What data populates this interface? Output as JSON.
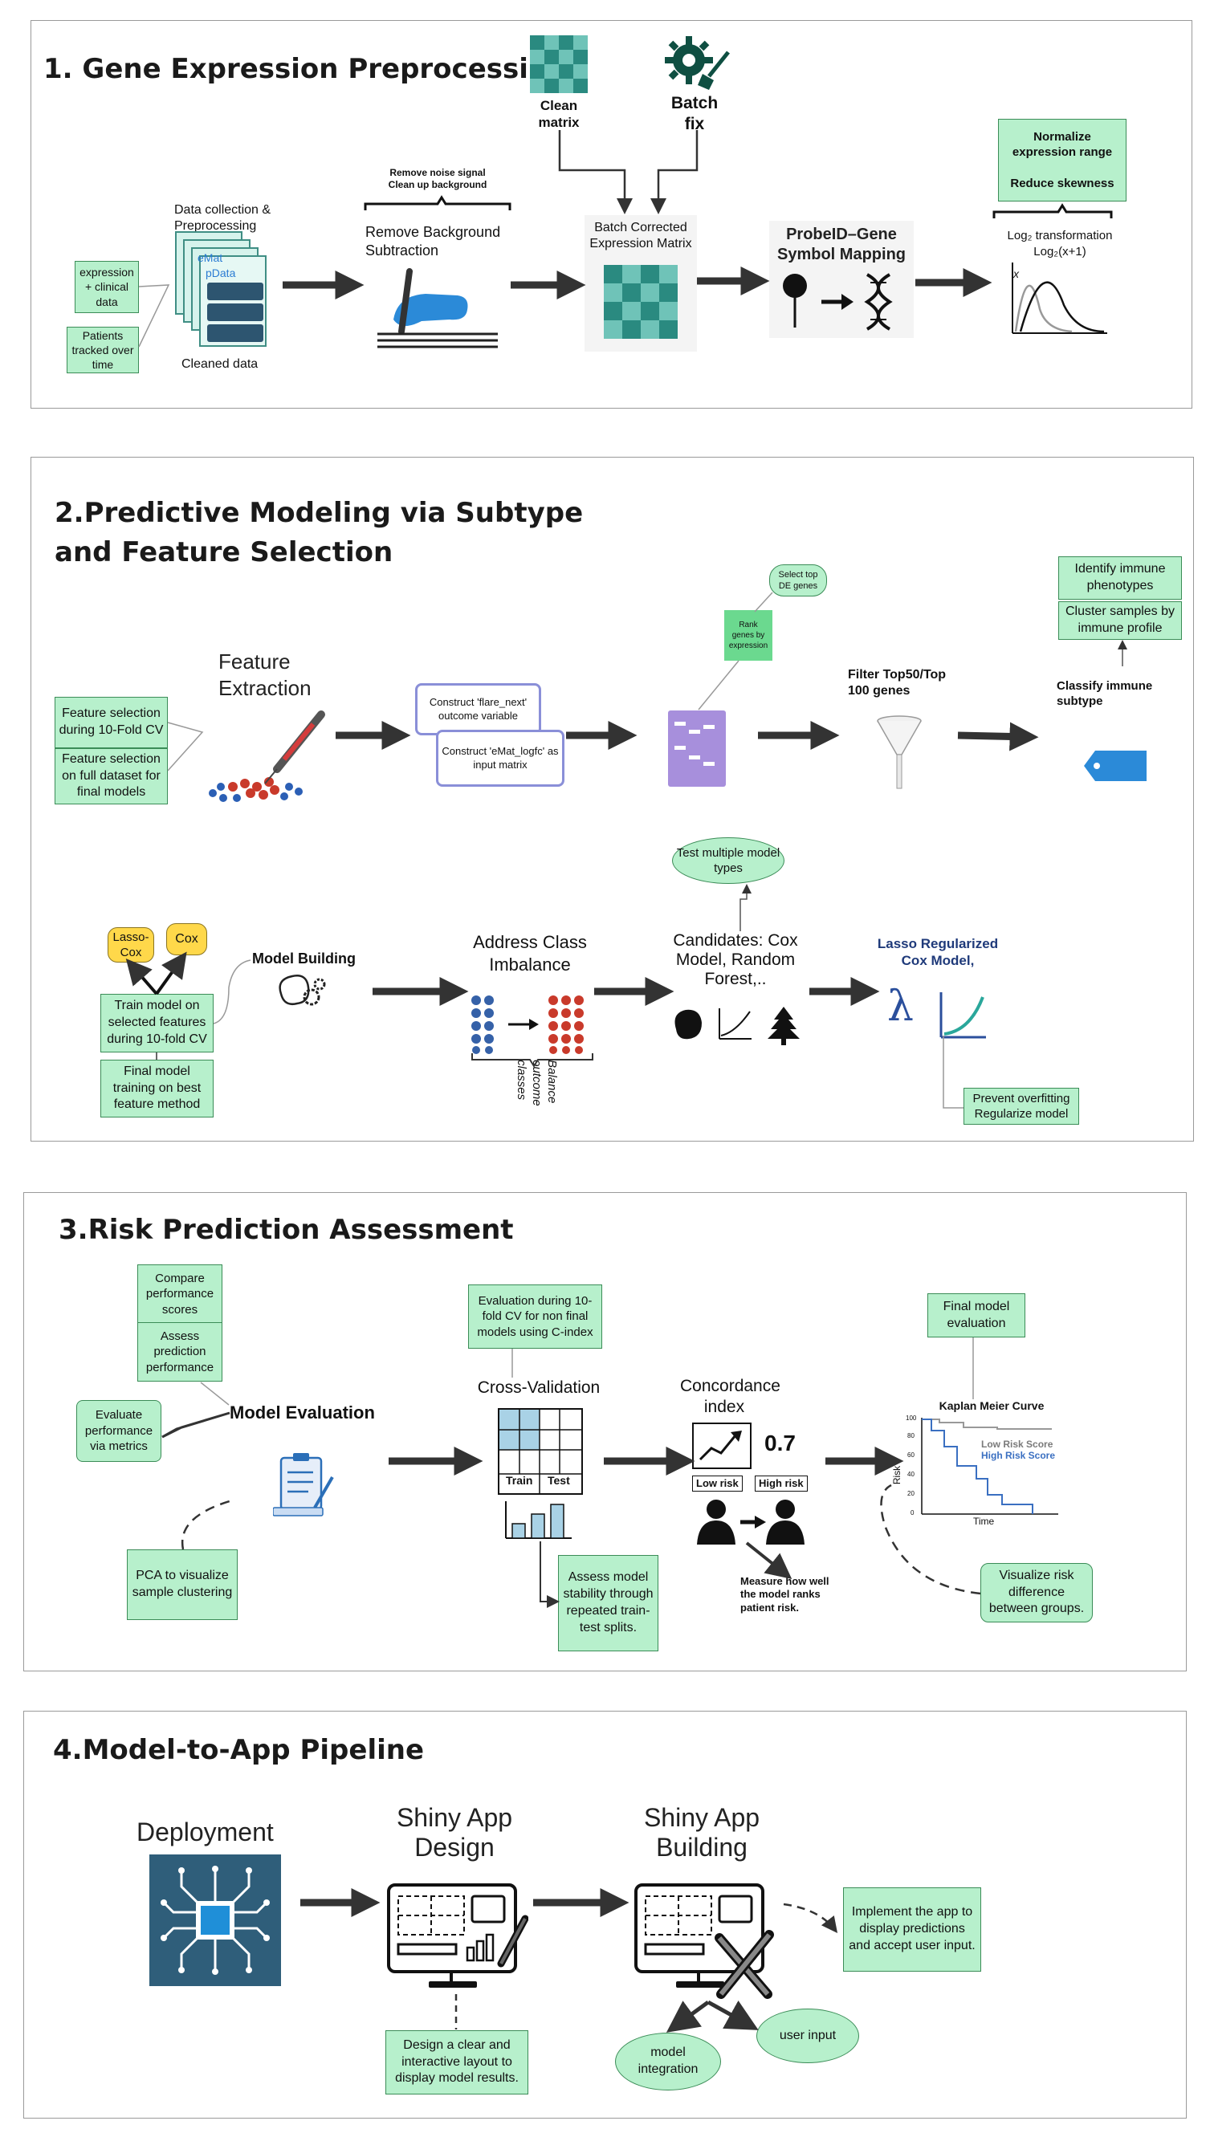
{
  "panel1": {
    "title": "1. Gene Expression Preprocessing",
    "expr_box": "expression + clinical data",
    "patients_box": "Patients tracked over time",
    "data_collection": "Data collection & Preprocessing",
    "emat": "eMat",
    "pdata": "pData",
    "cleaned": "Cleaned data",
    "noise_note": "Remove noise signal\nClean up background",
    "remove_bg": "Remove Background Subtraction",
    "clean_matrix": "Clean matrix",
    "batch_fix": "Batch fix",
    "batch_corrected": "Batch Corrected Expression Matrix",
    "probe_mapping": "ProbeID–Gene Symbol Mapping",
    "normalize_box": "Normalize expression range\n\nReduce skewness",
    "log_label": "Log₂ transformation",
    "log_formula": "Log₂(x+1)",
    "curve_x": "x"
  },
  "panel2": {
    "title": "2.Predictive Modeling via Subtype and Feature Selection",
    "fs_cv": "Feature selection during 10-Fold CV",
    "fs_full": "Feature selection on full dataset for final models",
    "feature_extraction": "Feature Extraction",
    "construct1": "Construct 'flare_next' outcome variable",
    "construct2": "Construct 'eMat_logfc' as input matrix",
    "select_top": "Select top DE genes",
    "rank_genes": "Rank genes by expression",
    "filter": "Filter Top50/Top 100 genes",
    "identify": "Identify immune phenotypes",
    "cluster": "Cluster samples by immune profile",
    "classify": "Classify immune subtype",
    "lasso_cox": "Lasso-Cox",
    "cox": "Cox",
    "train_cv": "Train model on selected features during 10-fold CV",
    "final_train": "Final model training on best feature method",
    "model_building": "Model Building",
    "address": "Address Class Imbalance",
    "balance": "Balance outcome classes",
    "test_multiple": "Test multiple model types",
    "candidates": "Candidates: Cox Model, Random Forest,..",
    "lasso_reg": "Lasso Regularized Cox Model,",
    "prevent": "Prevent overfitting Regularize model",
    "lambda": "λ"
  },
  "panel3": {
    "title": "3.Risk Prediction Assessment",
    "compare": "Compare performance scores",
    "assess_pred": "Assess prediction performance",
    "evaluate": "Evaluate performance via metrics",
    "model_eval": "Model Evaluation",
    "pca": "PCA to visualize sample clustering",
    "eval_cv": "Evaluation during 10-fold CV for non final models using C-index",
    "cross_val": "Cross-Validation",
    "train": "Train",
    "test": "Test",
    "assess_stab": "Assess model stability through repeated train-test splits.",
    "concordance": "Concordance index",
    "c_value": "0.7",
    "low_risk": "Low risk",
    "high_risk": "High risk",
    "measure": "Measure how well the model ranks patient risk.",
    "final_eval": "Final model evaluation",
    "km_title": "Kaplan Meier Curve",
    "km_low": "Low Risk Score",
    "km_high": "High Risk Score",
    "km_time": "Time",
    "km_risk": "Risk",
    "km_ticks": [
      "100",
      "80",
      "60",
      "40",
      "20",
      "0"
    ],
    "visualize": "Visualize risk difference between groups."
  },
  "panel4": {
    "title": "4.Model-to-App Pipeline",
    "deployment": "Deployment",
    "shiny_design": "Shiny App Design",
    "shiny_building": "Shiny App Building",
    "implement": "Implement the app to display predictions and accept user input.",
    "design_layout": "Design a clear and interactive layout to display model results.",
    "model_integration": "model integration",
    "user_input": "user input"
  },
  "colors": {
    "box_fill": "#b7f0cc",
    "box_border": "#3b8c57",
    "teal_dark": "#2a8a80",
    "teal_light": "#6fc3b8",
    "arrow": "#333333",
    "blue": "#2b7cd3",
    "red": "#c93a2b"
  }
}
